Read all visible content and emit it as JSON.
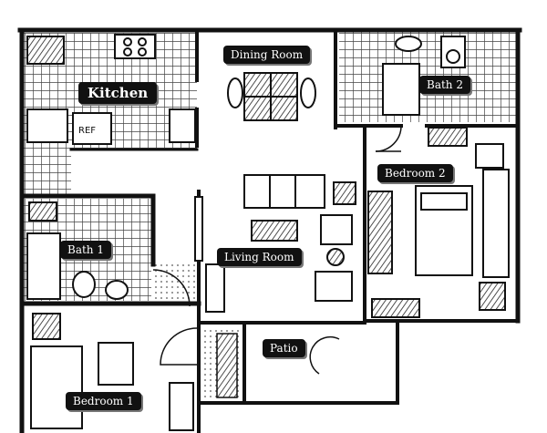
{
  "floor_plan": {
    "rooms": {
      "kitchen": "Kitchen",
      "dining_room": "Dining Room",
      "bath_2": "Bath 2",
      "bedroom_2": "Bedroom 2",
      "bath_1": "Bath 1",
      "living_room": "Living Room",
      "patio": "Patio",
      "bedroom_1": "Bedroom 1"
    },
    "appliance_labels": {
      "refrigerator": "REF"
    },
    "colors": {
      "wall": "#111111",
      "tile": "#444444",
      "furniture": "#1a1a1a",
      "label_bg": "#111111",
      "label_text": "#ffffff"
    }
  }
}
